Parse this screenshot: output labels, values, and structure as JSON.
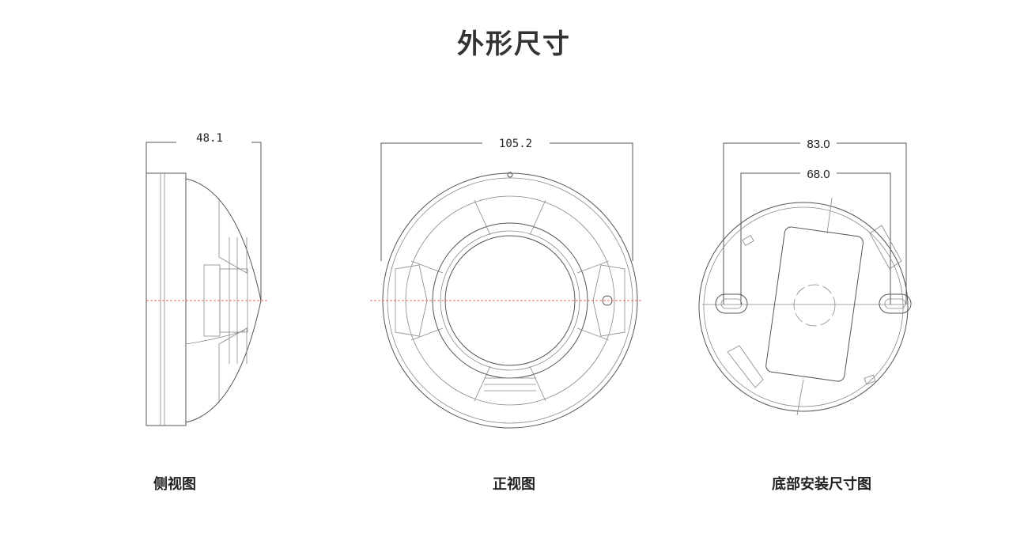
{
  "title": "外形尺寸",
  "views": [
    {
      "label": "侧视图",
      "dimensions": [
        "48.1"
      ]
    },
    {
      "label": "正视图",
      "dimensions": [
        "105.2"
      ]
    },
    {
      "label": "底部安装尺寸图",
      "dimensions": [
        "83.0",
        "68.0"
      ]
    }
  ],
  "colors": {
    "centerline": "#e33333",
    "line": "#555555"
  }
}
